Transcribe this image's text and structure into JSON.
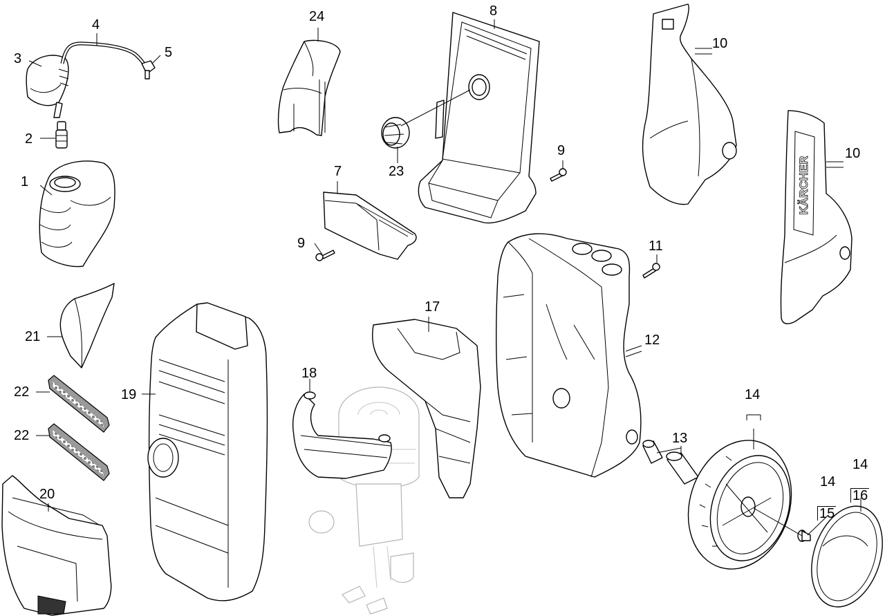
{
  "callouts": [
    {
      "id": "c1",
      "text": "1"
    },
    {
      "id": "c2",
      "text": "2"
    },
    {
      "id": "c3",
      "text": "3"
    },
    {
      "id": "c4",
      "text": "4"
    },
    {
      "id": "c5",
      "text": "5"
    },
    {
      "id": "c7",
      "text": "7"
    },
    {
      "id": "c8",
      "text": "8"
    },
    {
      "id": "c9a",
      "text": "9"
    },
    {
      "id": "c9b",
      "text": "9"
    },
    {
      "id": "c10a",
      "text": "10"
    },
    {
      "id": "c10b",
      "text": "10"
    },
    {
      "id": "c11",
      "text": "11"
    },
    {
      "id": "c12",
      "text": "12"
    },
    {
      "id": "c13",
      "text": "13"
    },
    {
      "id": "c14a",
      "text": "14"
    },
    {
      "id": "c14b",
      "text": "14"
    },
    {
      "id": "c14c",
      "text": "14"
    },
    {
      "id": "c15",
      "text": "15"
    },
    {
      "id": "c16",
      "text": "16"
    },
    {
      "id": "c17",
      "text": "17"
    },
    {
      "id": "c18",
      "text": "18"
    },
    {
      "id": "c19",
      "text": "19"
    },
    {
      "id": "c20",
      "text": "20"
    },
    {
      "id": "c21",
      "text": "21"
    },
    {
      "id": "c22a",
      "text": "22"
    },
    {
      "id": "c22b",
      "text": "22"
    },
    {
      "id": "c23",
      "text": "23"
    },
    {
      "id": "c24",
      "text": "24"
    }
  ],
  "brand_text": "KÄRCHER"
}
